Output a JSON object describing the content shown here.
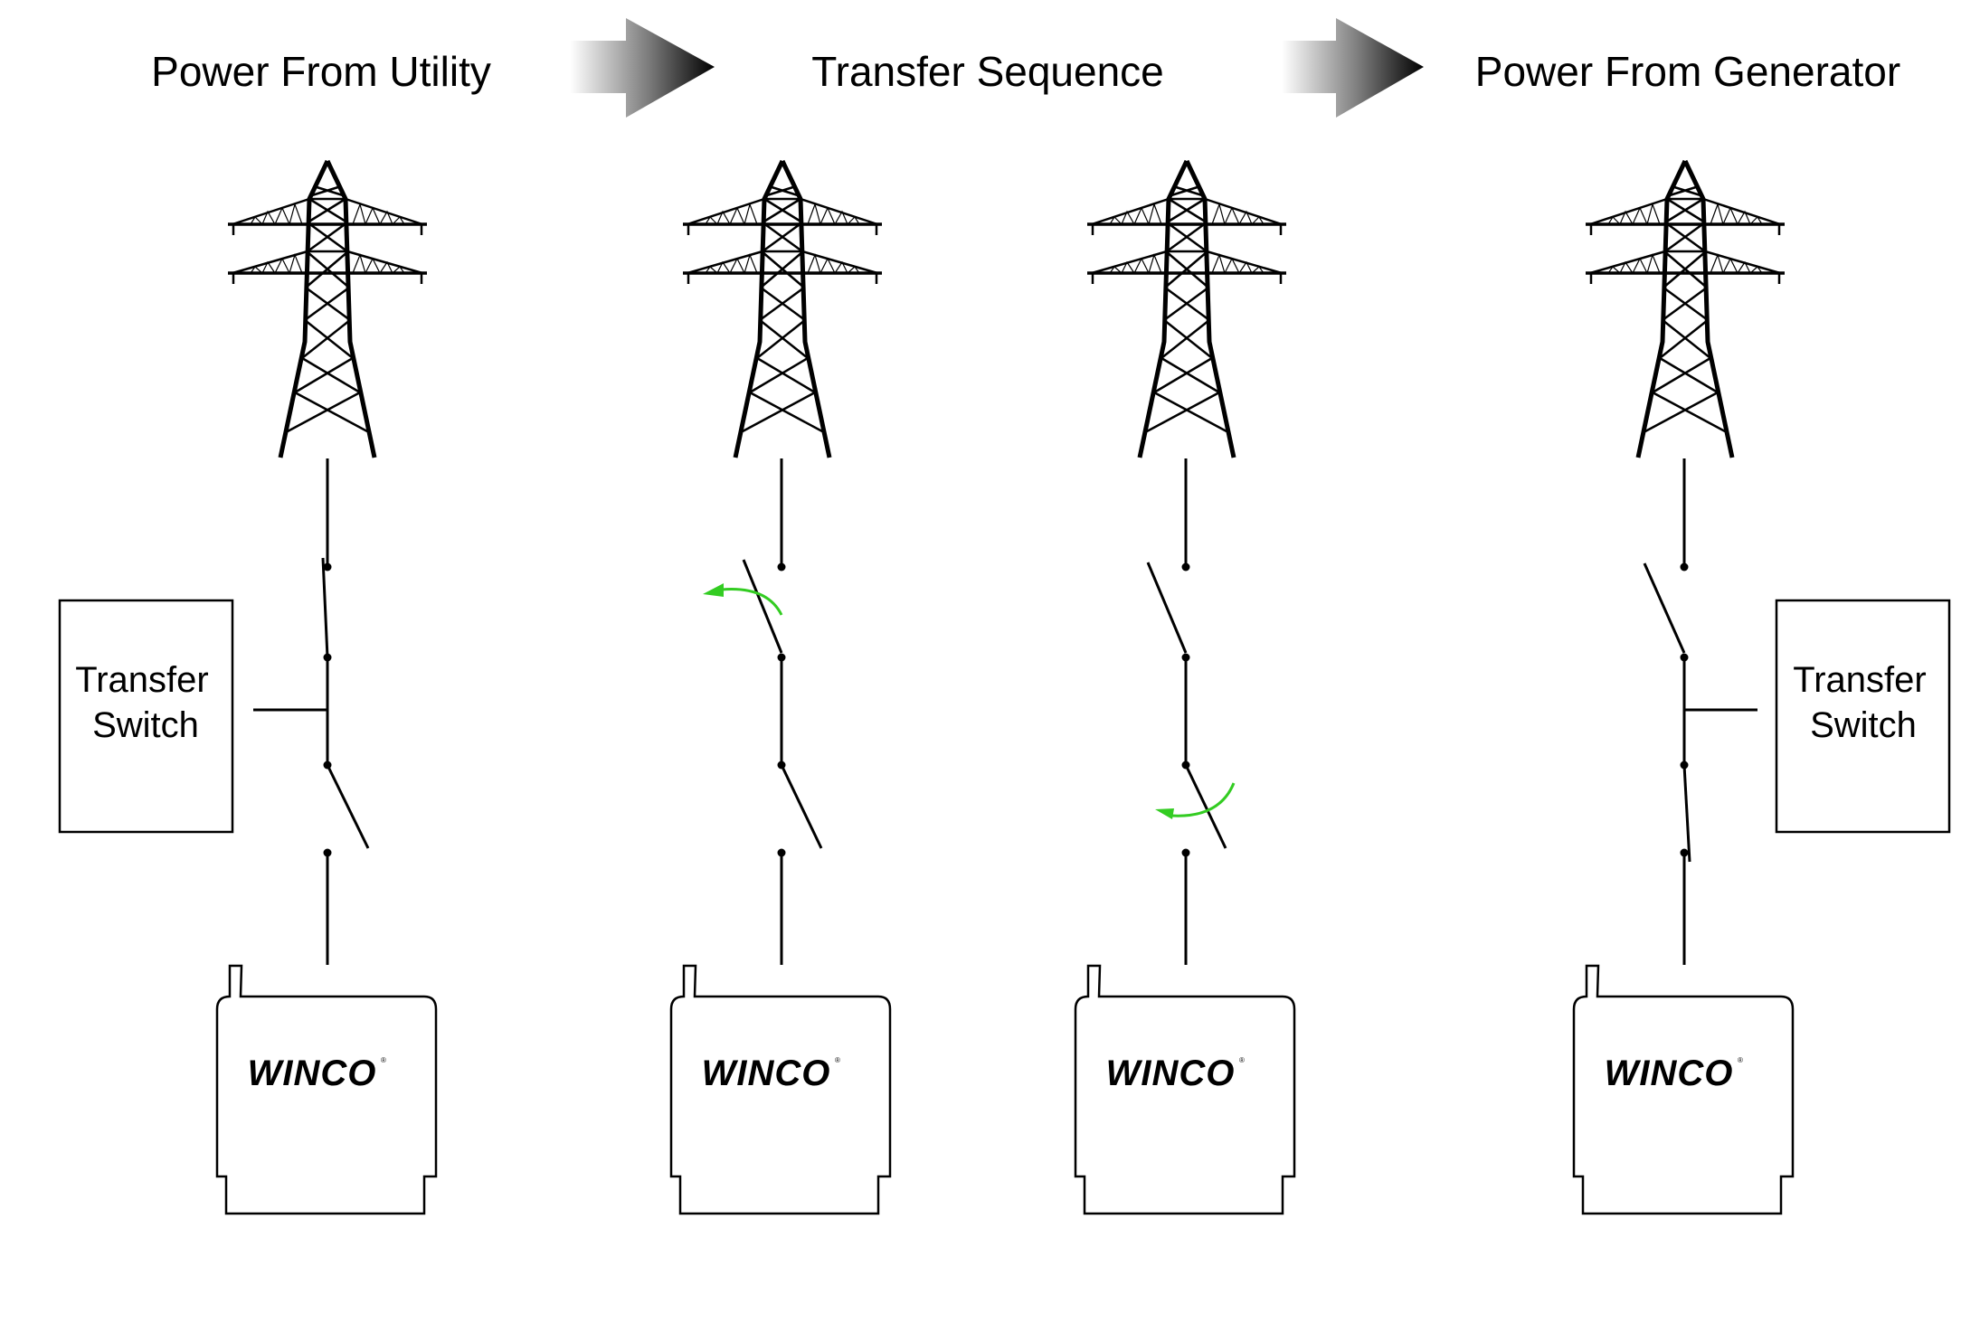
{
  "headings": {
    "utility": "Power From Utility",
    "sequence": "Transfer Sequence",
    "generator": "Power From Generator"
  },
  "flow_arrows": [
    {
      "icon": "gradient-right-arrow-icon",
      "from": "Power From Utility",
      "to": "Transfer Sequence"
    },
    {
      "icon": "gradient-right-arrow-icon",
      "from": "Transfer Sequence",
      "to": "Power From Generator"
    }
  ],
  "transfer_switch": {
    "line1": "Transfer",
    "line2": "Switch"
  },
  "generator": {
    "brand": "WINCO",
    "registered_mark": "®"
  },
  "colors": {
    "motion_arrow": "#33cc22",
    "line": "#000000",
    "background": "#ffffff"
  },
  "stages": [
    {
      "name": "utility",
      "utility_contact": "closed",
      "generator_contact": "open",
      "motion": "none",
      "transfer_switch_box": "left"
    },
    {
      "name": "sequence-step-1",
      "utility_contact": "opening",
      "generator_contact": "open",
      "motion": "counterclockwise-upper"
    },
    {
      "name": "sequence-step-2",
      "utility_contact": "open",
      "generator_contact": "closing",
      "motion": "clockwise-lower"
    },
    {
      "name": "generator",
      "utility_contact": "open",
      "generator_contact": "closed",
      "motion": "none",
      "transfer_switch_box": "right"
    }
  ]
}
